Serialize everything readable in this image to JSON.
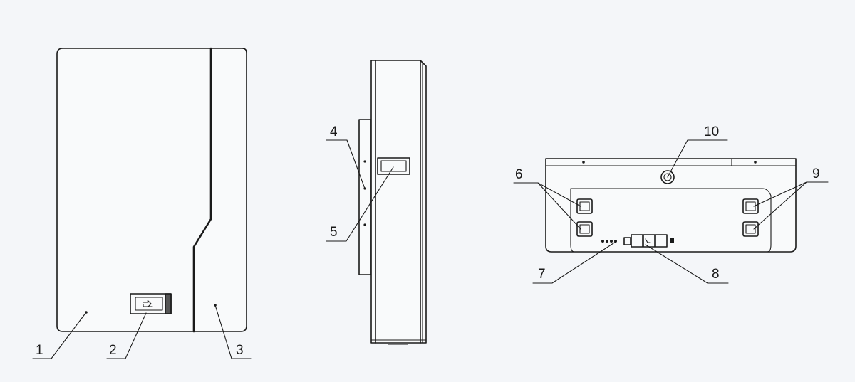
{
  "callouts": {
    "c1": "1",
    "c2": "2",
    "c3": "3",
    "c4": "4",
    "c5": "5",
    "c6": "6",
    "c7": "7",
    "c8": "8",
    "c9": "9",
    "c10": "10"
  },
  "colors": {
    "background": "#f4f6f9",
    "line": "#1a1a1a",
    "body_fill": "#f9fafb"
  }
}
